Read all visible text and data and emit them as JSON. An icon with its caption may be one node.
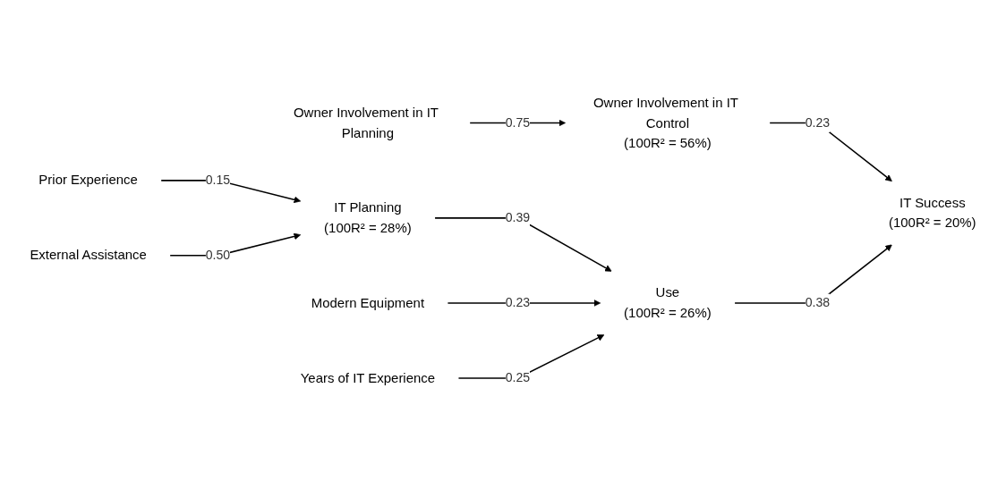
{
  "diagram": {
    "nodes": [
      {
        "text": [
          "Owner Involvement in IT Planning"
        ]
      },
      {
        "text": [
          "Owner Involvement in IT Control",
          "(100R² = 56%)"
        ]
      },
      {
        "text": [
          "Prior Experience"
        ]
      },
      {
        "text": [
          "IT Planning",
          "(100R² = 28%)"
        ]
      },
      {
        "text": [
          "IT Success",
          "(100R² = 20%)"
        ]
      },
      {
        "text": [
          "External Assistance"
        ]
      },
      {
        "text": [
          "Use",
          "(100R² = 26%)"
        ]
      },
      {
        "text": [
          "Modern Equipment"
        ]
      },
      {
        "text": [
          "Years of IT Experience"
        ]
      }
    ],
    "edges": [
      {
        "from": 0,
        "to": 1,
        "arrow": "to",
        "label": "0.75"
      },
      {
        "from": 1,
        "to": 4,
        "arrow": "to",
        "label": "0.23"
      },
      {
        "from": 2,
        "to": 3,
        "arrow": "to",
        "label": "0.15"
      },
      {
        "from": 5,
        "to": 3,
        "arrow": "to",
        "label": "0.50"
      },
      {
        "from": 3,
        "to": 6,
        "arrow": "to",
        "label": "0.39"
      },
      {
        "from": 6,
        "to": 4,
        "arrow": "to",
        "label": "0.38"
      },
      {
        "from": 7,
        "to": 6,
        "arrow": "to",
        "label": "0.23"
      },
      {
        "from": 8,
        "to": 6,
        "arrow": "to",
        "label": "0.25"
      }
    ]
  }
}
